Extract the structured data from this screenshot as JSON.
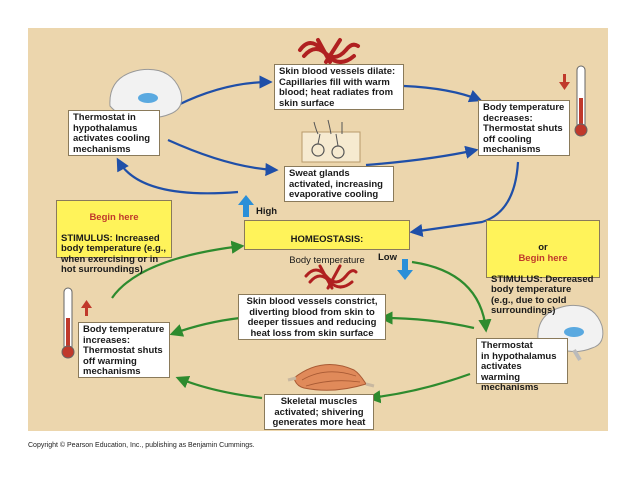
{
  "colors": {
    "panel": "#ecd6ad",
    "cooling_arrows": "#1f4fa8",
    "warming_arrows": "#2e8b2e",
    "begin_here": "#c0392b",
    "homeostasis_box": "#fff35a",
    "up_arrow": "#2a8fd8"
  },
  "icons": [
    "brain-icon",
    "thermometer-icon",
    "blood-vessels-icon",
    "sweat-gland-icon",
    "muscle-icon"
  ],
  "top_cycle": {
    "skin_vessels_dilate": "Skin blood vessels dilate:\nCapillaries fill with warm\nblood; heat radiates from\nskin surface",
    "sweat_glands": "Sweat glands\nactivated, increasing\nevaporative cooling",
    "thermostat_cooling": "Thermostat in\nhypothalamus\nactivates cooling\nmechanisms",
    "temp_decreases": "Body temperature\ndecreases:\nThermostat shuts\noff cooling\nmechanisms"
  },
  "stimulus_high": {
    "begin": "Begin here",
    "text": "STIMULUS: Increased\nbody temperature (e.g.,\nwhen exercising or in\nhot surroundings)"
  },
  "stimulus_low": {
    "prefix": "or",
    "begin": "Begin here",
    "text": "STIMULUS: Decreased\nbody temperature\n(e.g., due to cold\nsurroundings)"
  },
  "homeostasis": {
    "title": "HOMEOSTASIS:",
    "subtitle": "Body temperature"
  },
  "labels": {
    "high": "High",
    "low": "Low"
  },
  "bottom_cycle": {
    "skin_vessels_constrict": "Skin blood vessels constrict,\ndiverting blood from skin to\ndeeper tissues and reducing\nheat loss from skin surface",
    "thermostat_warming": "Thermostat\nin hypothalamus\nactivates warming\nmechanisms",
    "temp_increases": "Body temperature\nincreases:\nThermostat shuts\noff warming\nmechanisms",
    "skeletal_muscles": "Skeletal muscles\nactivated; shivering\ngenerates more heat"
  },
  "copyright": "Copyright © Pearson Education, Inc., publishing as Benjamin Cummings."
}
